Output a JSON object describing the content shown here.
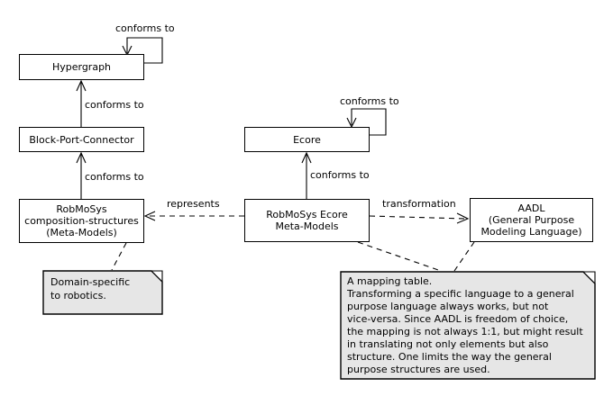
{
  "nodes": {
    "hypergraph": {
      "label": "Hypergraph"
    },
    "block_port_connector": {
      "label": "Block-Port-Connector"
    },
    "robmosys_composition": {
      "label": "RobMoSys\ncomposition-structures\n(Meta-Models)"
    },
    "ecore": {
      "label": "Ecore"
    },
    "robmosys_ecore": {
      "label": "RobMoSys Ecore\nMeta-Models"
    },
    "aadl": {
      "label": "AADL\n(General Purpose\nModeling Language)"
    }
  },
  "edges": {
    "conforms_to": "conforms to",
    "represents": "represents",
    "transformation": "transformation"
  },
  "notes": {
    "domain": {
      "text": "Domain-specific\nto robotics."
    },
    "mapping": {
      "text": "A mapping table.\nTransforming a specific language to a general\npurpose language always works, but not\nvice-versa. Since AADL is freedom of choice,\nthe mapping is not always 1:1, but might result\nin translating not only elements but also\nstructure. One limits the way the general\npurpose structures are used."
    }
  },
  "colors": {
    "background": "#ffffff",
    "stroke": "#000000",
    "box_fill": "#ffffff",
    "note_fill": "#e6e6e6"
  }
}
